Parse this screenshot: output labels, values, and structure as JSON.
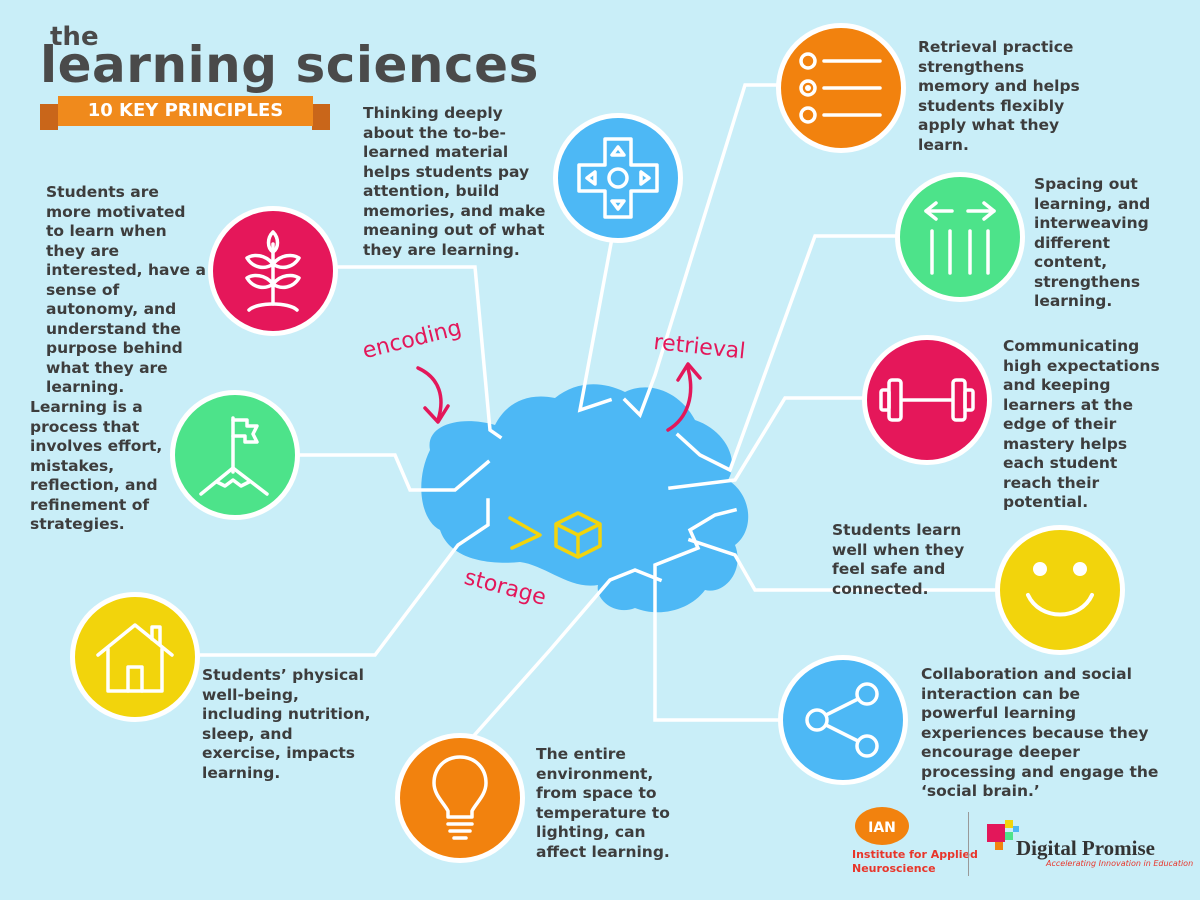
{
  "title": {
    "small": "the",
    "main": "learning sciences",
    "ribbon": "10 KEY PRINCIPLES"
  },
  "processes": {
    "encoding": "encoding",
    "retrieval": "retrieval",
    "storage": "storage"
  },
  "principles": [
    {
      "icon": "plant-icon",
      "color": "#e5175a",
      "text": "Students are more motivated to learn when they are interested, have a sense of autonomy, and understand the purpose behind what they are learning."
    },
    {
      "icon": "mountain-flag-icon",
      "color": "#4de38a",
      "text": "Learning is a process that involves effort, mistakes, reflection, and refinement of strategies."
    },
    {
      "icon": "house-icon",
      "color": "#f2d40c",
      "text": "Students’ physical well-being, including nutrition, sleep, and exercise, impacts learning."
    },
    {
      "icon": "lightbulb-icon",
      "color": "#f2820e",
      "text": "The entire environment, from space to temperature to lighting, can affect learning."
    },
    {
      "icon": "share-network-icon",
      "color": "#4db8f5",
      "text": "Collaboration and social interaction can be powerful learning experiences because they encourage deeper processing and engage the ‘social brain.’"
    },
    {
      "icon": "smiley-face-icon",
      "color": "#f2d40c",
      "text": "Students learn well when they feel safe and connected."
    },
    {
      "icon": "barbell-icon",
      "color": "#e5175a",
      "text": "Communicating high expectations and keeping learners at the edge of their mastery helps each student reach their potential."
    },
    {
      "icon": "spaced-arrows-icon",
      "color": "#4de38a",
      "text": "Spacing out learning, and interweaving different content, strengthens learning."
    },
    {
      "icon": "list-icon",
      "color": "#f2820e",
      "text": "Retrieval practice strengthens memory and helps students flexibly apply what they learn."
    },
    {
      "icon": "dpad-icon",
      "color": "#4db8f5",
      "text": "Thinking deeply about the to-be-learned material helps students pay attention, build memories, and make meaning out of what they are learning."
    }
  ],
  "colors": {
    "background": "#c9eef8",
    "brain": "#4db8f5",
    "accent_red": "#e3175a",
    "ribbon": "#f08a1c"
  },
  "logos": {
    "ian_mark": "IAN",
    "ian_name_line1": "Institute for Applied",
    "ian_name_line2": "Neuroscience",
    "dp_name": "Digital Promise",
    "dp_tagline": "Accelerating Innovation in Education"
  }
}
